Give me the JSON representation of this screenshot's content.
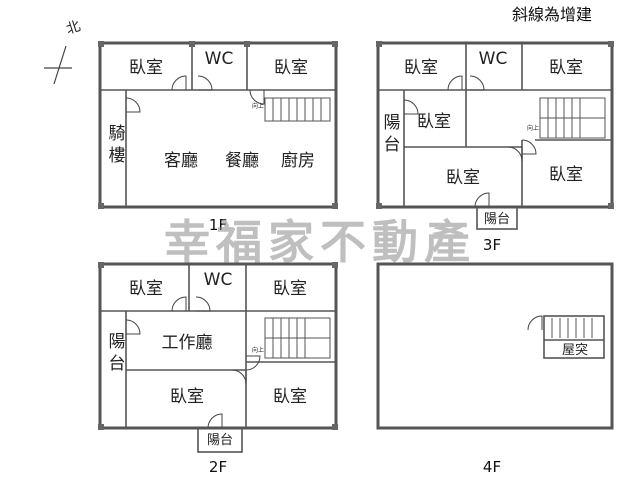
{
  "note": "斜線為增建",
  "compass": "北",
  "watermark": "幸福家不動產",
  "floors": {
    "f1": {
      "label": "1F",
      "rooms": {
        "bed_left": "臥室",
        "wc": "WC",
        "bed_right": "臥室",
        "arcade": "騎樓",
        "living": "客廳",
        "dining": "餐廳",
        "kitchen": "廚房"
      },
      "stair_note": "向上"
    },
    "f2": {
      "label": "2F",
      "rooms": {
        "bed_tl": "臥室",
        "wc": "WC",
        "bed_tr": "臥室",
        "balcony_side": "陽台",
        "work_hall": "工作廳",
        "bed_bl": "臥室",
        "bed_br": "臥室",
        "balcony_bottom": "陽台"
      },
      "stair_note": "向上"
    },
    "f3": {
      "label": "3F",
      "rooms": {
        "bed_tl": "臥室",
        "wc": "WC",
        "bed_tr": "臥室",
        "balcony_side": "陽台",
        "bed_mid": "臥室",
        "bed_bottom": "臥室",
        "bed_right": "臥室",
        "balcony_bottom": "陽台"
      },
      "stair_note": "向上"
    },
    "f4": {
      "label": "4F",
      "rooms": {
        "roof_shed": "屋突"
      }
    }
  }
}
